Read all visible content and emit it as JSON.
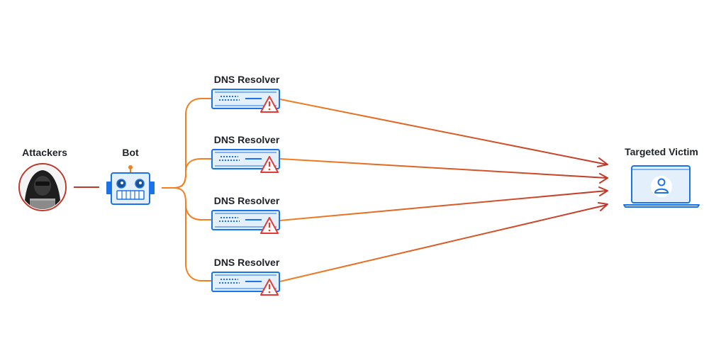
{
  "nodes": {
    "attackers": {
      "label": "Attackers",
      "icon": "hooded-hacker-icon"
    },
    "bot": {
      "label": "Bot",
      "icon": "robot-icon"
    },
    "resolvers": [
      {
        "label": "DNS Resolver",
        "icon": "server-warning-icon"
      },
      {
        "label": "DNS Resolver",
        "icon": "server-warning-icon"
      },
      {
        "label": "DNS Resolver",
        "icon": "server-warning-icon"
      },
      {
        "label": "DNS Resolver",
        "icon": "server-warning-icon"
      }
    ],
    "victim": {
      "label": "Targeted Victim",
      "icon": "laptop-user-icon"
    }
  },
  "colors": {
    "orange": "#f38020",
    "dark_red": "#c0392b",
    "blue": "#1a73e8",
    "light_blue": "#e3f0fb",
    "warning_red": "#e53935"
  }
}
